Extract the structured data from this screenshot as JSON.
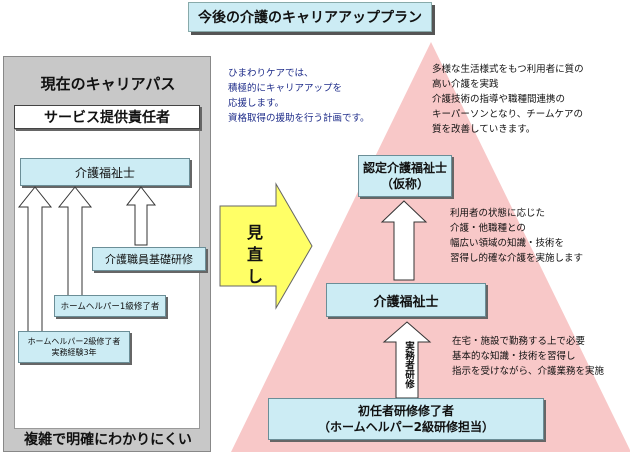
{
  "title": "今後の介護のキャリアアッププラン",
  "left": {
    "heading": "現在のキャリアパス",
    "provider": "サービス提供責任者",
    "care_worker": "介護福祉士",
    "basic_training": "介護職員基礎研修",
    "helper1": "ホームヘルパー1級修了者",
    "helper2_line1": "ホームヘルパー2級修了者",
    "helper2_line2": "実務経験3年",
    "bottom_text": "複雑で明確にわかりにくい"
  },
  "middle": {
    "text_lines": [
      "ひまわりケアでは、",
      "積極的にキャリアアップを",
      "応援します。",
      "資格取得の援助を行う計画です。"
    ],
    "arrow_label_1": "見",
    "arrow_label_2": "直",
    "arrow_label_3": "し"
  },
  "right": {
    "certified_line1": "認定介護福祉士",
    "certified_line2": "（仮称）",
    "care_worker": "介護福祉士",
    "beginner_line1": "初任者研修修了者",
    "beginner_line2": "（ホームヘルパー2級研修担当）",
    "practitioner_vertical": "実務者研修",
    "top_desc": [
      "多様な生活様式をもつ利用者に質の",
      "高い介護を実践",
      "介護技術の指導や職種間連携の",
      "キーパーソンとなり、チームケアの",
      "質を改善していきます。"
    ],
    "mid_desc": [
      "利用者の状態に応じた",
      "介護・他職種との",
      "幅広い領域の知識・技術を",
      "習得し的確な介護を実施します"
    ],
    "low_desc": [
      "在宅・施設で勤務する上で必要",
      "基本的な知識・技術を習得し",
      "指示を受けながら、介護業務を実施"
    ]
  },
  "colors": {
    "title_bg": "#ccecf4",
    "cyan_box": "#ccecf4",
    "pyramid": "#f8c8c8",
    "yellow_arrow": "#ffff66",
    "panel_gray": "#c8c8c8",
    "blue_text": "#1f2d8a"
  }
}
